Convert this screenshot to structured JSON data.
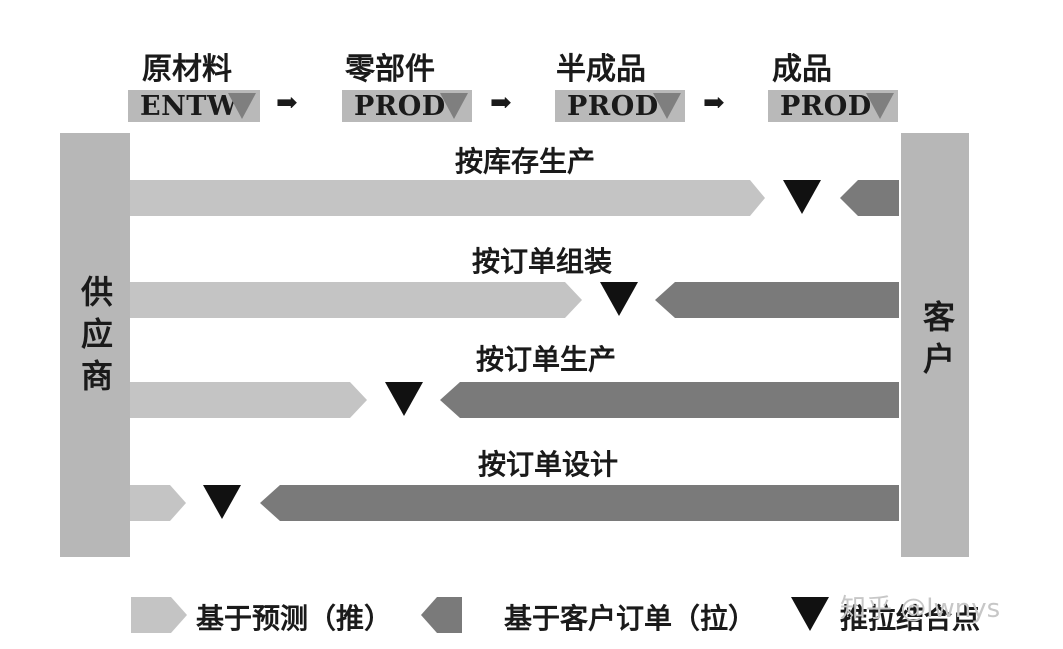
{
  "stages": [
    {
      "label": "原材料",
      "code": "ENTW"
    },
    {
      "label": "零部件",
      "code": "PROD"
    },
    {
      "label": "半成品",
      "code": "PROD"
    },
    {
      "label": "成品",
      "code": "PROD"
    }
  ],
  "flow_arrow": "➡",
  "supplier": "供应商",
  "customer": "客户",
  "strategies": [
    {
      "title": "按库存生产"
    },
    {
      "title": "按订单组装"
    },
    {
      "title": "按订单生产"
    },
    {
      "title": "按订单设计"
    }
  ],
  "legend": {
    "push": "基于预测（推）",
    "pull": "基于客户订单（拉）",
    "point": "推拉结合点"
  },
  "watermark": "知乎 @lwnys",
  "colors": {
    "push": "#c4c4c4",
    "pull": "#7a7a7a",
    "decoupling": "#111111",
    "side": "#b7b7b7"
  }
}
